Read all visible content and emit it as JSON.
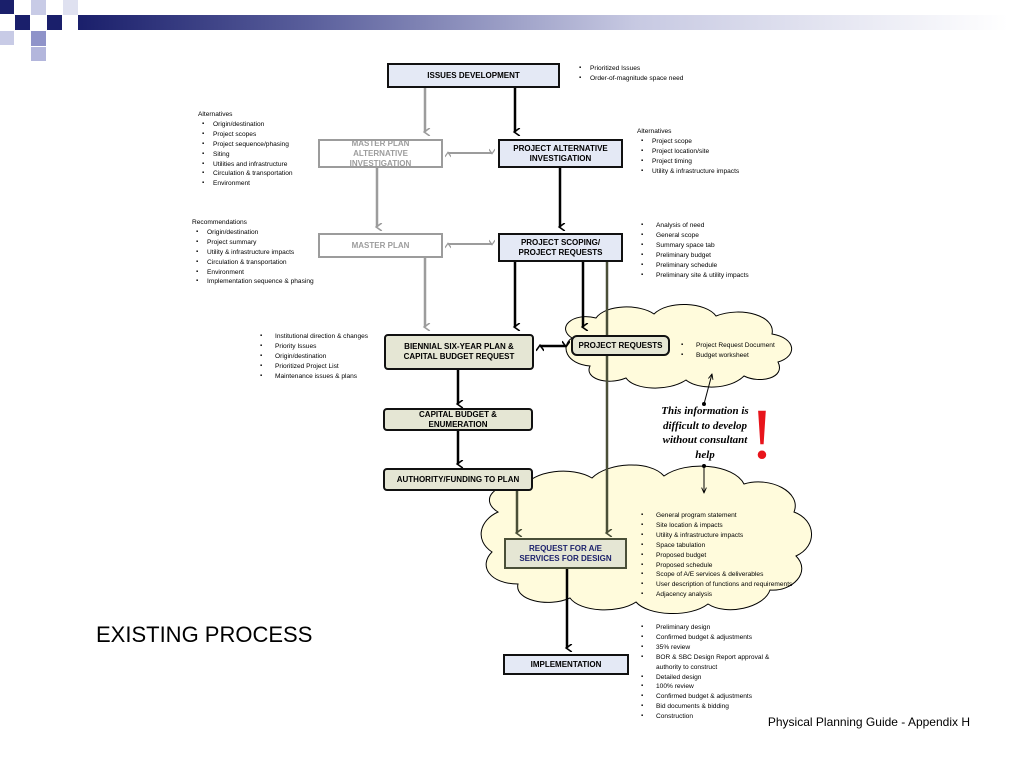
{
  "slide": {
    "title": "EXISTING PROCESS",
    "footer": "Physical  Planning Guide - Appendix H"
  },
  "colors": {
    "navy": "#1a1f6b",
    "blue_box_fill": "#e4e9f5",
    "green_box_fill": "#e5e6d4",
    "cloud_fill": "#fffbdc",
    "grey": "#9c9c9c",
    "alert_red": "#e8141b"
  },
  "boxes": {
    "issues_development": "ISSUES DEVELOPMENT",
    "master_plan_alt": "MASTER PLAN ALTERNATIVE INVESTIGATION",
    "project_alt": "PROJECT ALTERNATIVE INVESTIGATION",
    "master_plan": "MASTER PLAN",
    "project_scoping": "PROJECT SCOPING/ PROJECT REQUESTS",
    "biennial": "BIENNIAL SIX-YEAR PLAN & CAPITAL BUDGET REQUEST",
    "project_requests": "PROJECT REQUESTS",
    "capital_budget": "CAPITAL BUDGET & ENUMERATION",
    "authority_funding": "AUTHORITY/FUNDING TO PLAN",
    "request_ae": "REQUEST FOR A/E SERVICES FOR DESIGN",
    "implementation": "IMPLEMENTATION"
  },
  "notes": {
    "issues": [
      "Prioritized Issues",
      "Order-of-magnitude space need"
    ],
    "master_alternatives": {
      "header": "Alternatives",
      "items": [
        "Origin/destination",
        "Project scopes",
        "Project sequence/phasing",
        "Siting",
        "Utilities and infrastructure",
        "Circulation & transportation",
        "Environment"
      ]
    },
    "project_alternatives": {
      "header": "Alternatives",
      "items": [
        "Project scope",
        "Project location/site",
        "Project timing",
        "Utility & infrastructure impacts"
      ]
    },
    "recommendations": {
      "header": "Recommendations",
      "items": [
        "Origin/destination",
        "Project summary",
        "Utility & infrastructure impacts",
        "Circulation & transportation",
        "Environment",
        "Implementation sequence & phasing"
      ]
    },
    "scoping": [
      "Analysis of need",
      "General scope",
      "Summary space tab",
      "Preliminary budget",
      "Preliminary schedule",
      "Preliminary site & utility impacts"
    ],
    "biennial": [
      "Institutional direction & changes",
      "Priority Issues",
      "Origin/destination",
      "Prioritized Project List",
      "Maintenance issues & plans"
    ],
    "project_requests": [
      "Project Request Document",
      "Budget worksheet"
    ],
    "ae_services": [
      "General program statement",
      "Site location & impacts",
      "Utility & infrastructure impacts",
      "Space tabulation",
      "Proposed budget",
      "Proposed schedule",
      "Scope of A/E services & deliverables",
      "User description of functions and requirements",
      "Adjacency analysis"
    ],
    "implementation": [
      "Preliminary design",
      "Confirmed budget & adjustments",
      "35% review",
      "BOR & SBC Design Report approval & authority to construct",
      "Detailed design",
      "100% review",
      "Confirmed budget & adjustments",
      "Bid documents & bidding",
      "Construction"
    ]
  },
  "warning": {
    "text": "This information is difficult to develop without consultant help",
    "mark": "!"
  }
}
